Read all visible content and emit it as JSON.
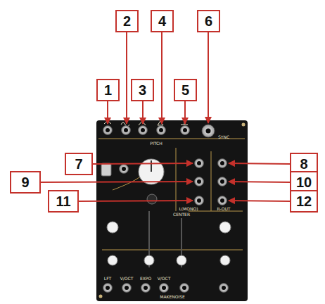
{
  "diagram": {
    "nodes": [
      {
        "text": [
          "1"
        ]
      },
      {
        "text": [
          "2"
        ]
      },
      {
        "text": [
          "3"
        ]
      },
      {
        "text": [
          "4"
        ]
      },
      {
        "text": [
          "5"
        ]
      },
      {
        "text": [
          "6"
        ]
      },
      {
        "text": [
          "7"
        ]
      },
      {
        "text": [
          "8"
        ]
      },
      {
        "text": [
          "9"
        ]
      },
      {
        "text": [
          "10"
        ]
      },
      {
        "text": [
          "11"
        ]
      },
      {
        "text": [
          "12"
        ]
      }
    ],
    "labels": [
      "PITCH",
      "SYNC",
      "CENTER",
      "L(MONO)",
      "R-OUT",
      "LFT",
      "V/OCT",
      "EXPO",
      "V/OCT",
      "MAKENOISE"
    ]
  }
}
